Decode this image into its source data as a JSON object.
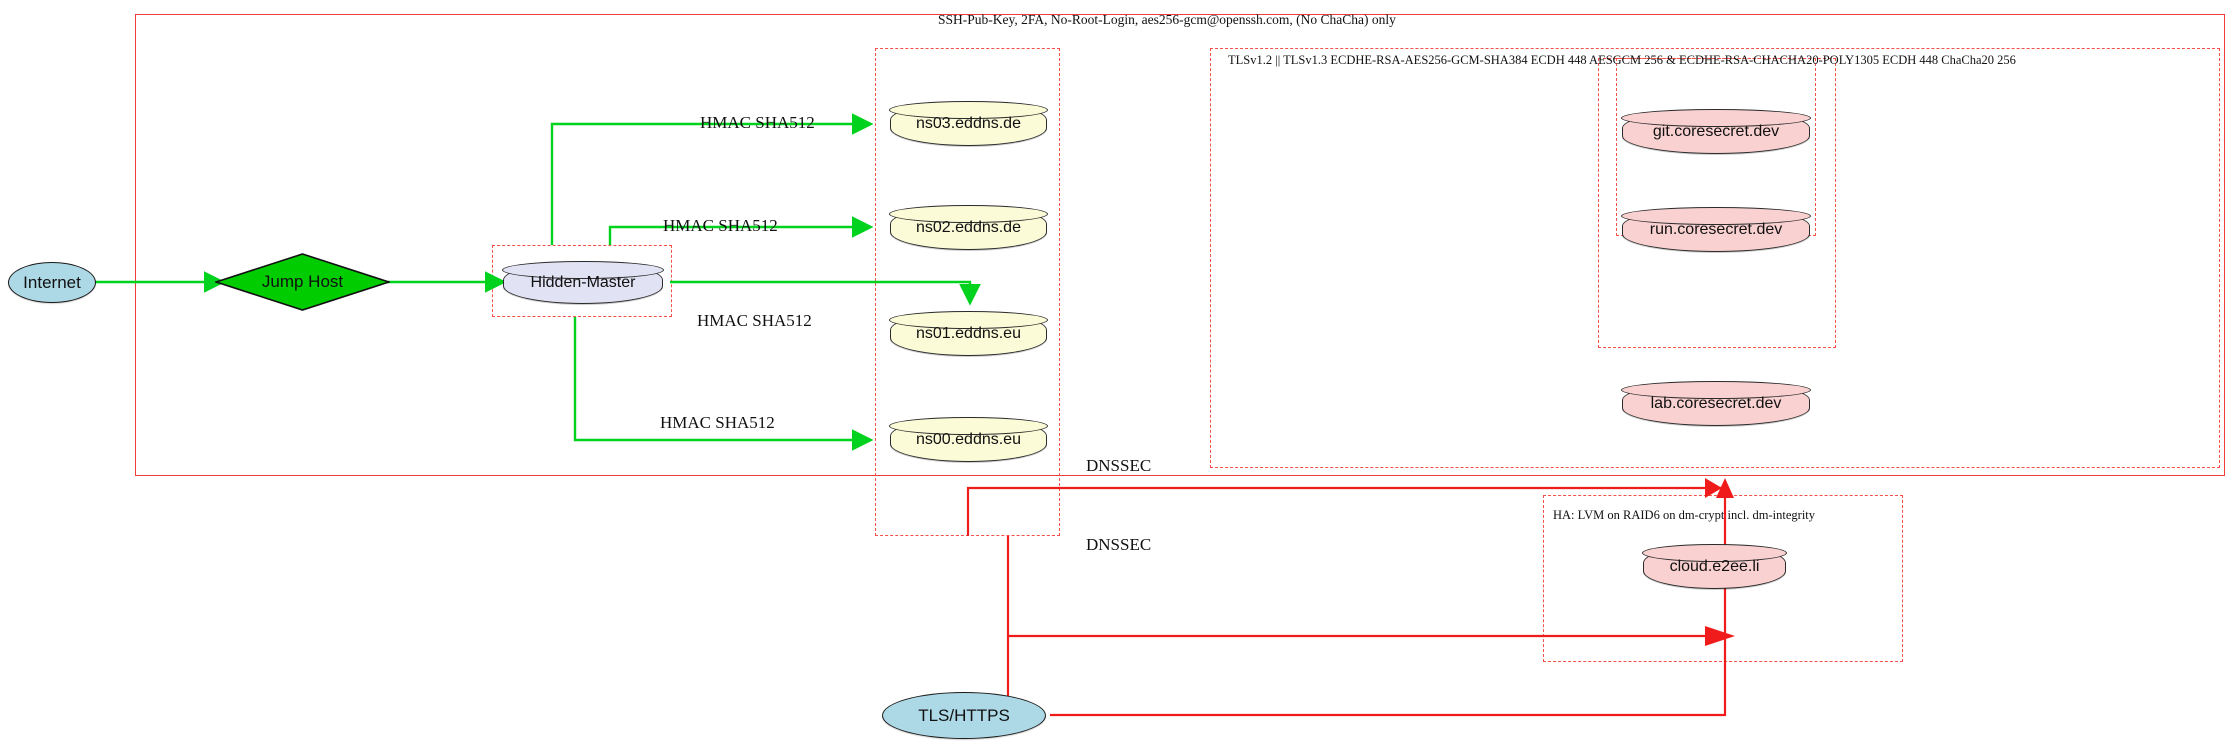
{
  "diagram": {
    "type": "network-architecture",
    "title": "SSH-Pub-Key, 2FA, No-Root-Login, aes256-gcm@openssh.com, (No ChaCha) only",
    "clusters": [
      {
        "id": "outer-ssh",
        "label": "SSH-Pub-Key, 2FA, No-Root-Login, aes256-gcm@openssh.com, (No ChaCha) only"
      },
      {
        "id": "tls-cluster",
        "label": "TLSv1.2 || TLSv1.3 ECDHE-RSA-AES256-GCM-SHA384 ECDH 448 AESGCM 256 & ECDHE-RSA-CHACHA20-POLY1305 ECDH 448 ChaCha20 256"
      },
      {
        "id": "ha-cluster",
        "label": "HA: LVM on RAID6 on dm-crypt incl. dm-integrity"
      },
      {
        "id": "hidden-master-box",
        "label": ""
      },
      {
        "id": "dns-box",
        "label": ""
      },
      {
        "id": "coresecret-outer-box",
        "label": ""
      },
      {
        "id": "coresecret-inner-box",
        "label": ""
      }
    ],
    "nodes": [
      {
        "id": "internet",
        "label": "Internet",
        "shape": "ellipse",
        "color": "#add8e6"
      },
      {
        "id": "jump-host",
        "label": "Jump Host",
        "shape": "diamond",
        "color": "#00cc00"
      },
      {
        "id": "hidden-master",
        "label": "Hidden-Master",
        "shape": "cylinder",
        "color": "#e2e2f5"
      },
      {
        "id": "ns03",
        "label": "ns03.eddns.de",
        "shape": "cylinder",
        "color": "#fbfbd8"
      },
      {
        "id": "ns02",
        "label": "ns02.eddns.de",
        "shape": "cylinder",
        "color": "#fbfbd8"
      },
      {
        "id": "ns01",
        "label": "ns01.eddns.eu",
        "shape": "cylinder",
        "color": "#fbfbd8"
      },
      {
        "id": "ns00",
        "label": "ns00.eddns.eu",
        "shape": "cylinder",
        "color": "#fbfbd8"
      },
      {
        "id": "git",
        "label": "git.coresecret.dev",
        "shape": "cylinder",
        "color": "#fad1d1"
      },
      {
        "id": "run",
        "label": "run.coresecret.dev",
        "shape": "cylinder",
        "color": "#fad1d1"
      },
      {
        "id": "lab",
        "label": "lab.coresecret.dev",
        "shape": "cylinder",
        "color": "#fad1d1"
      },
      {
        "id": "cloud",
        "label": "cloud.e2ee.li",
        "shape": "cylinder",
        "color": "#fad1d1"
      },
      {
        "id": "tls-https",
        "label": "TLS/HTTPS",
        "shape": "ellipse",
        "color": "#add8e6"
      }
    ],
    "edge_labels": [
      {
        "id": "hmac-ns03",
        "label": "HMAC SHA512"
      },
      {
        "id": "hmac-ns02",
        "label": "HMAC SHA512"
      },
      {
        "id": "hmac-ns01",
        "label": "HMAC SHA512"
      },
      {
        "id": "hmac-ns00",
        "label": "HMAC SHA512"
      },
      {
        "id": "dnssec-1",
        "label": "DNSSEC"
      },
      {
        "id": "dnssec-2",
        "label": "DNSSEC"
      }
    ],
    "colors": {
      "edge_green": "#00d21e",
      "edge_red": "#f01c1c",
      "cluster_red": "#ee3b3b",
      "node_blue": "#add8e6",
      "node_yellow": "#fbfbd8",
      "node_pink": "#fad1d1",
      "node_lavender": "#e2e2f5",
      "node_green": "#00cc00"
    }
  }
}
